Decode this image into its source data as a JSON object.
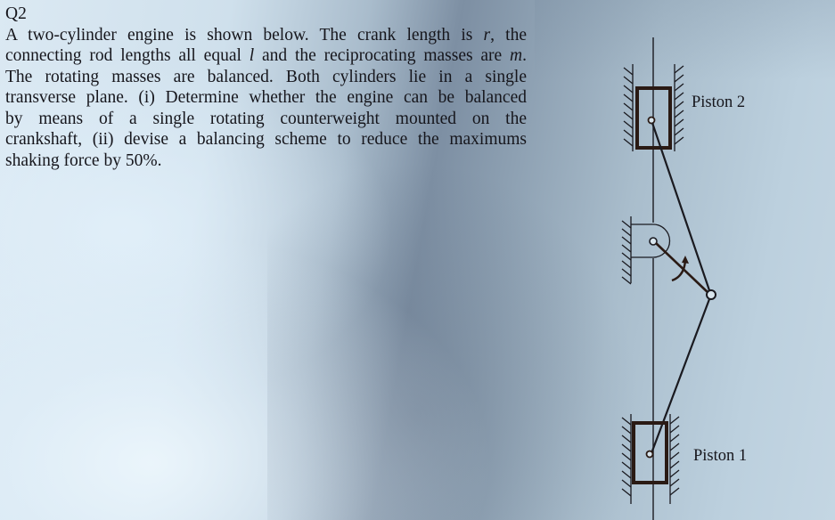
{
  "question": {
    "label": "Q2",
    "lines": [
      "A two-cylinder engine is shown below.  The crank length is r, the",
      "connecting rod lengths all equal l and the reciprocating masses are m.",
      "The rotating masses are balanced. Both cylinders lie in a single",
      "transverse plane.  (i) Determine whether the engine can be balanced",
      "by means of a single rotating counterweight mounted on the",
      "crankshaft, (ii) devise a balancing scheme to reduce the maximums",
      "shaking force by 50%."
    ],
    "line1": {
      "pre": "A two-cylinder engine is shown below.  The crank length is ",
      "var": "r",
      "post": ", the"
    },
    "line2": {
      "pre": "connecting rod lengths all equal ",
      "var": "l",
      "mid": " and the reciprocating masses are ",
      "var2": "m",
      "post": "."
    },
    "line3": "The rotating masses are balanced. Both cylinders lie in a single",
    "line4": "transverse plane.  (i) Determine whether the engine can be balanced",
    "line5": "by means of a single rotating counterweight mounted on the",
    "line6": "crankshaft, (ii) devise a balancing scheme to reduce the maximums",
    "line7": "shaking force by 50%."
  },
  "diagram": {
    "piston_top_label": "Piston 2",
    "piston_bottom_label": "Piston 1",
    "components": [
      "cylinder-2",
      "piston-2",
      "connecting-rod-2",
      "crankshaft-bearing",
      "crank",
      "rotation-arrow",
      "connecting-rod-1",
      "piston-1",
      "cylinder-1"
    ],
    "line_color": "#1a1a20",
    "piston_color": "#2a1a14"
  }
}
